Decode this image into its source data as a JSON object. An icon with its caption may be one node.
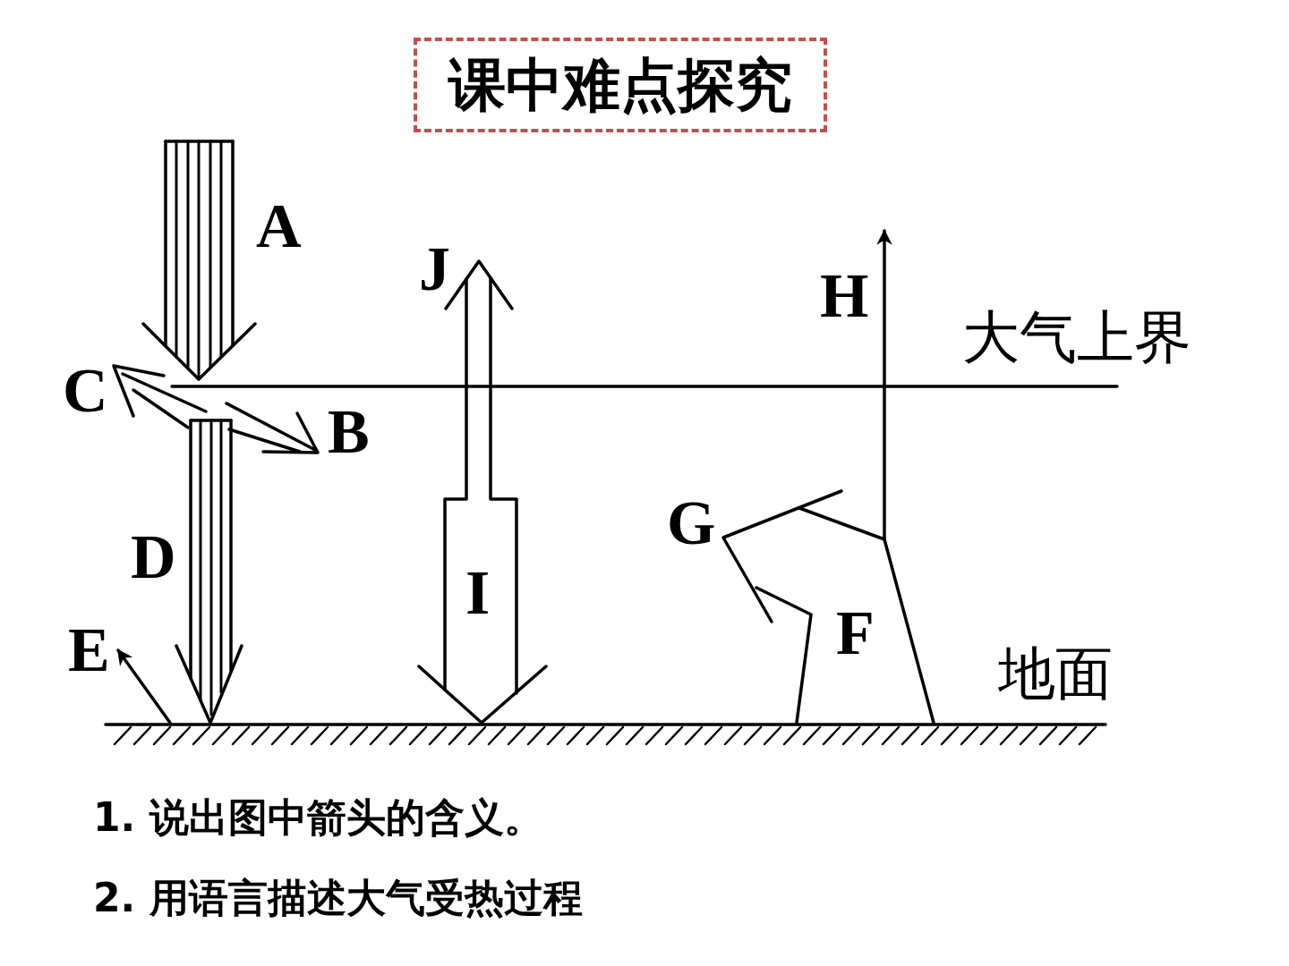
{
  "diagram": {
    "title": "课中难点探究",
    "labels": [
      "A",
      "J",
      "H",
      "大气上界",
      "C",
      "B",
      "G",
      "D",
      "I",
      "F",
      "E",
      "地面",
      "1. 说出图中箭头的含义。",
      "2. 用语言描述大气受热过程"
    ]
  }
}
